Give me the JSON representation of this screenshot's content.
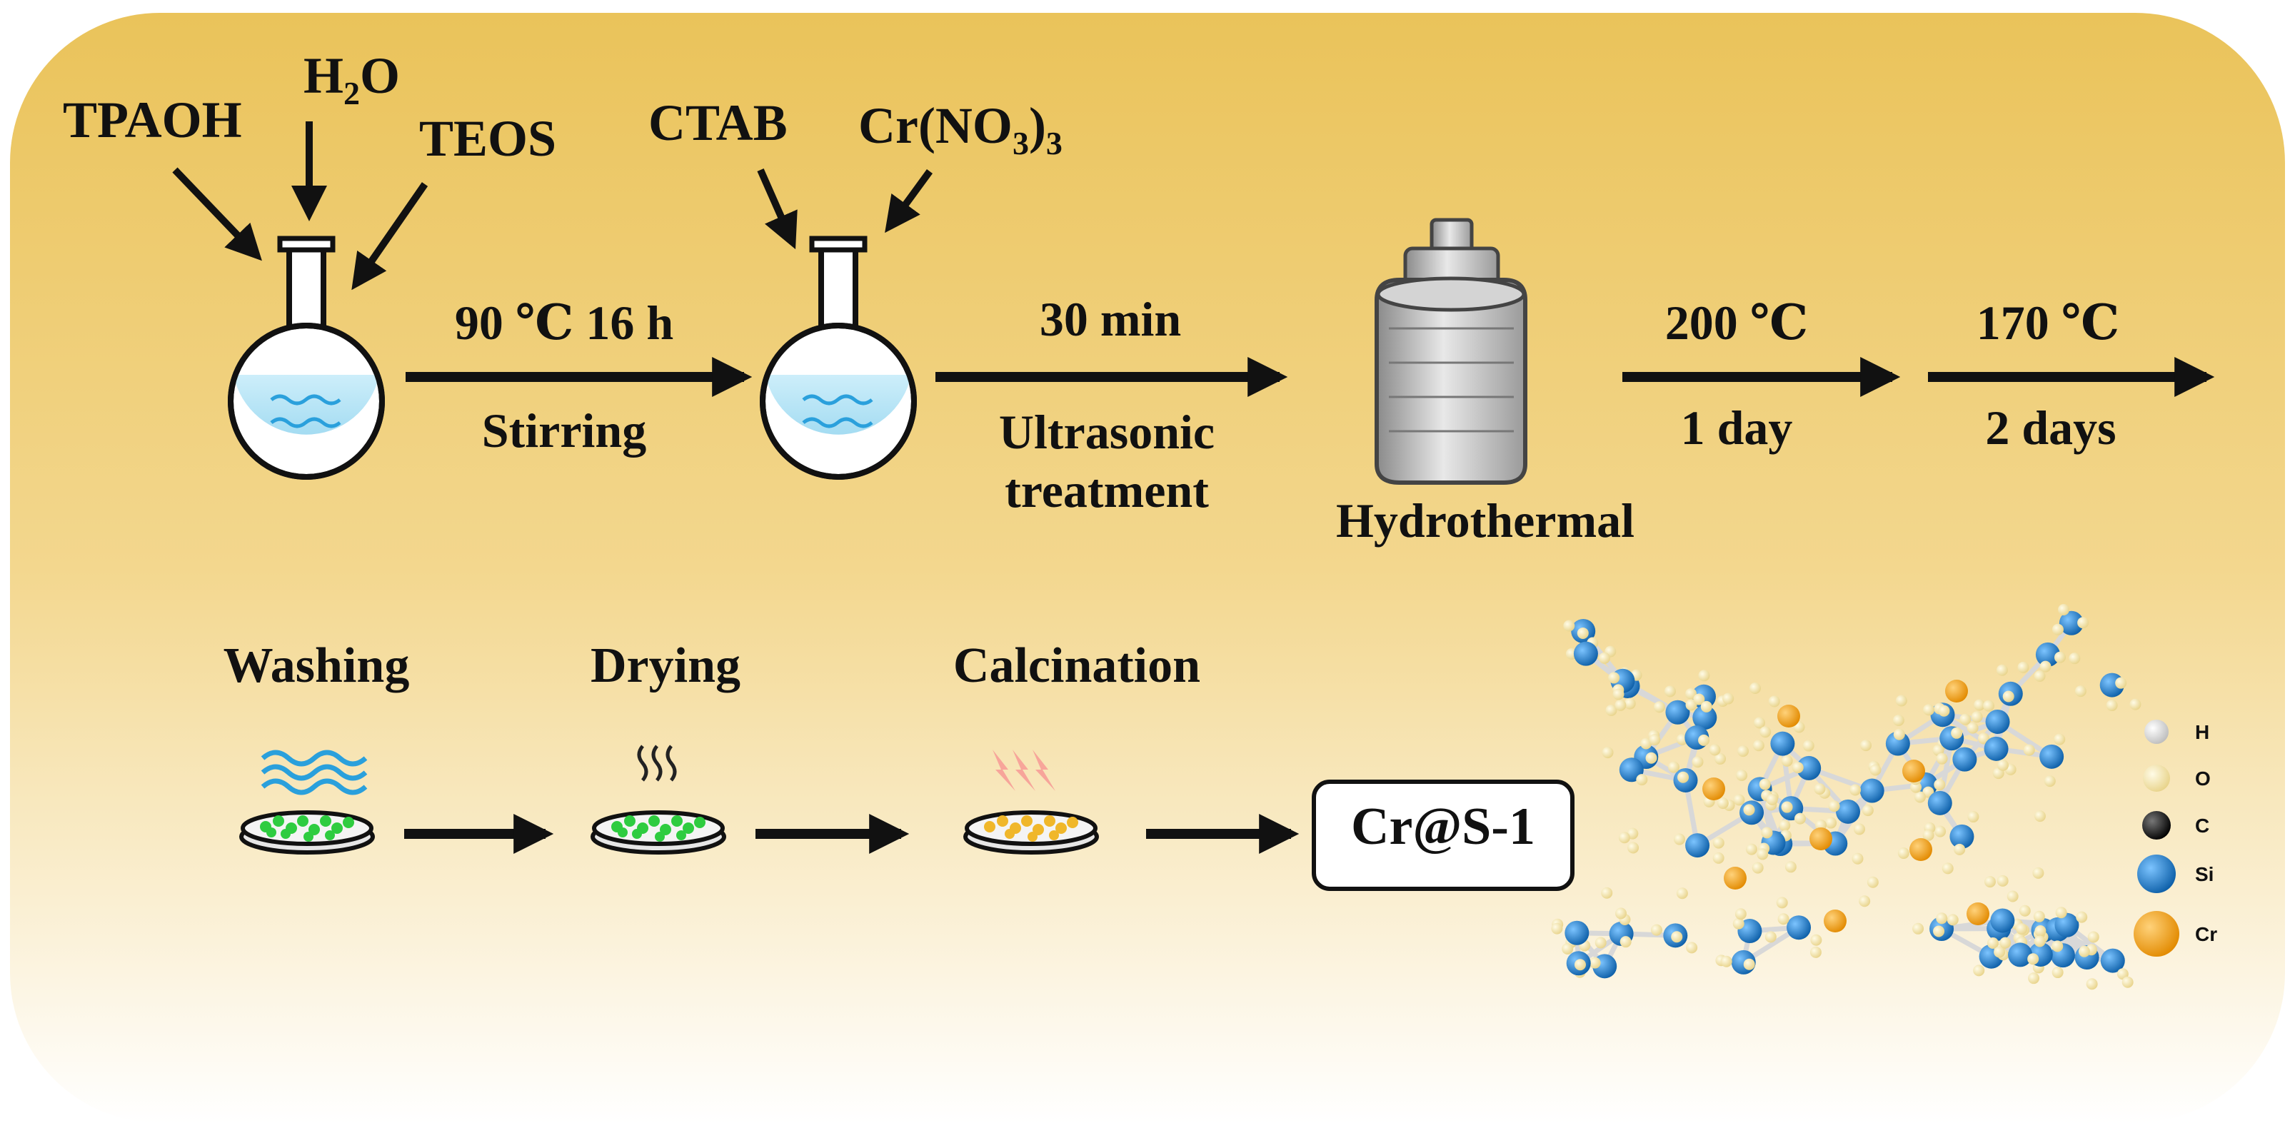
{
  "reagents": {
    "tpaoh": "TPAOH",
    "h2o": {
      "base": "H",
      "sub": "2",
      "tail": "O"
    },
    "teos": "TEOS",
    "ctab": "CTAB",
    "crno3": {
      "base": "Cr(NO",
      "sub": "3",
      "tail": ")",
      "sub2": "3"
    }
  },
  "steps": {
    "step1": {
      "top": "90 ℃ 16 h",
      "bottom": "Stirring"
    },
    "step2": {
      "top": "30 min",
      "bottom_line1": "Ultrasonic",
      "bottom_line2": "treatment"
    },
    "autoclave_label": "Hydrothermal",
    "step3": {
      "top": "200 ℃",
      "bottom": "1 day"
    },
    "step4": {
      "top": "170 ℃",
      "bottom": "2 days"
    },
    "washing": "Washing",
    "drying": "Drying",
    "calcination": "Calcination",
    "product": "Cr@S-1"
  },
  "legend": [
    {
      "symbol": "H",
      "color": "#f4f4f4"
    },
    {
      "symbol": "O",
      "color": "#f3e4a6"
    },
    {
      "symbol": "C",
      "color": "#222222"
    },
    {
      "symbol": "Si",
      "color": "#1a78c8"
    },
    {
      "symbol": "Cr",
      "color": "#f39c12"
    }
  ],
  "colors": {
    "panel_top": "#ecc55c",
    "panel_bottom": "#ffffff",
    "liquid": "#bfe6f5",
    "wave": "#2aa0dc",
    "green_particles": "#2ecc40",
    "orange_particles": "#f0b72a",
    "heat": "#f7a59a"
  }
}
